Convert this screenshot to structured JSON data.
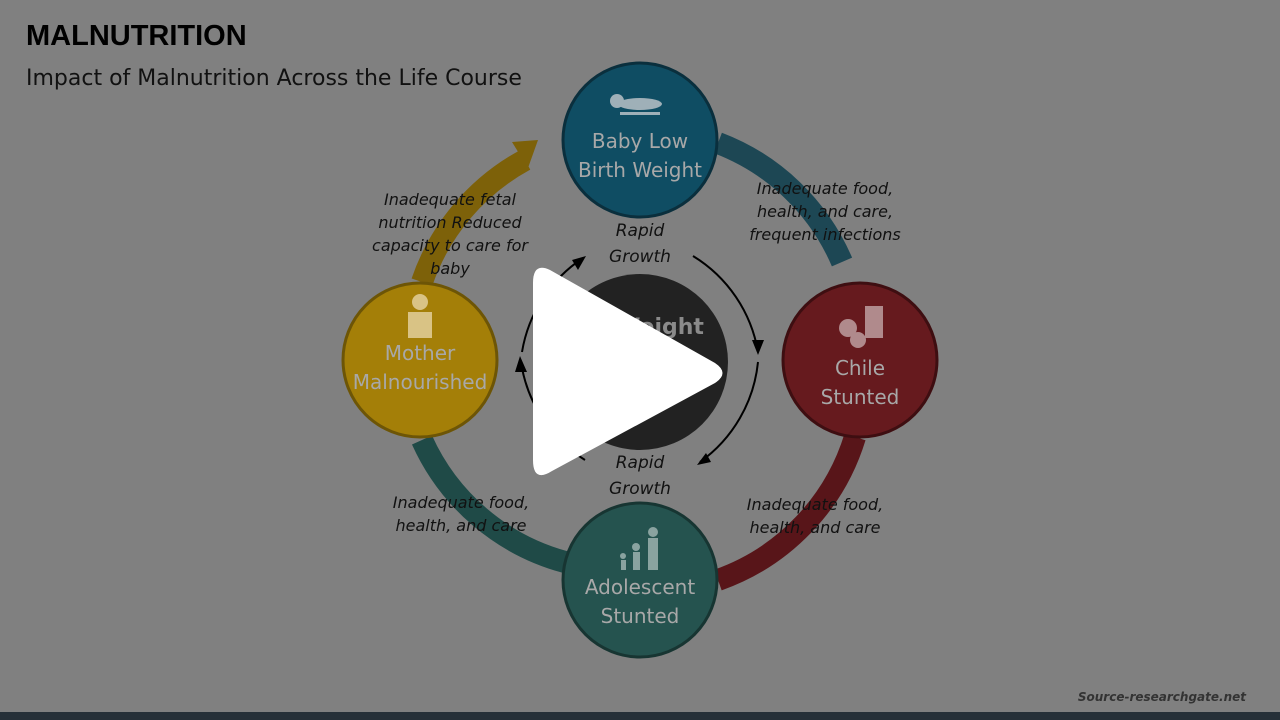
{
  "slide": {
    "title": "MALNUTRITION",
    "subtitle": "Impact of Malnutrition Across the Life Course",
    "source": "Source-researchgate.net"
  },
  "cycle": {
    "center": "Weight",
    "nodes": [
      {
        "label_line1": "Baby Low",
        "label_line2": "Birth Weight",
        "icon": "baby-on-scale-icon",
        "color": "#0f4d63"
      },
      {
        "label_line1": "Chile",
        "label_line2": "Stunted",
        "icon": "nutrition-food-icon",
        "color": "#661a1e"
      },
      {
        "label_line1": "Adolescent",
        "label_line2": "Stunted",
        "icon": "family-height-icon",
        "color": "#25534f"
      },
      {
        "label_line1": "Mother",
        "label_line2": "Malnourished",
        "icon": "pregnant-mother-icon",
        "color": "#a47f08"
      }
    ],
    "transitions": {
      "top_right": "Inadequate food, health, and care, frequent infections",
      "bottom_right": "Inadequate food, health, and care",
      "bottom_left": "Inadequate food, health, and care",
      "top_left": "Inadequate fetal nutrition Reduced capacity to care for baby"
    },
    "inner": {
      "top": "Rapid Growth",
      "bottom": "Rapid Growth"
    }
  },
  "video": {
    "play_icon": "play-icon"
  }
}
